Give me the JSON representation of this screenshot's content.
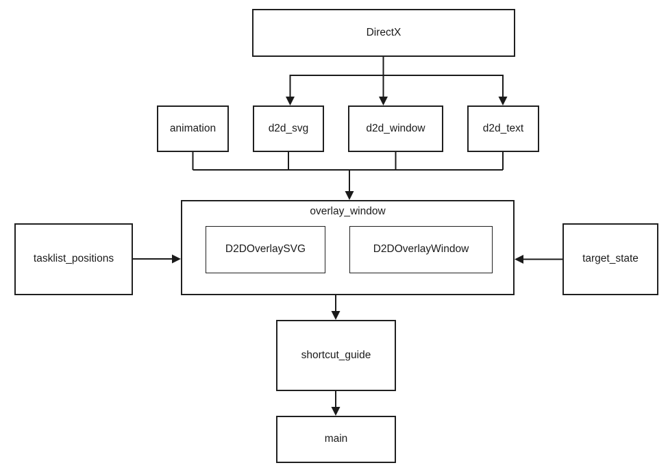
{
  "diagram": {
    "type": "dependency-flowchart",
    "colors": {
      "background": "#ffffff",
      "line": "#1a1a1a",
      "box_border": "#1f1f1f",
      "text": "#1a1a1a"
    },
    "nodes": {
      "directx": {
        "label": "DirectX"
      },
      "animation": {
        "label": "animation"
      },
      "d2d_svg": {
        "label": "d2d_svg"
      },
      "d2d_window": {
        "label": "d2d_window"
      },
      "d2d_text": {
        "label": "d2d_text"
      },
      "overlay_window": {
        "label": "overlay_window"
      },
      "d2d_overlay_svg": {
        "label": "D2DOverlaySVG"
      },
      "d2d_overlay_window": {
        "label": "D2DOverlayWindow"
      },
      "tasklist_positions": {
        "label": "tasklist_positions"
      },
      "target_state": {
        "label": "target_state"
      },
      "shortcut_guide": {
        "label": "shortcut_guide"
      },
      "main": {
        "label": "main"
      }
    },
    "edges": [
      {
        "from": "DirectX",
        "to": "d2d_svg"
      },
      {
        "from": "DirectX",
        "to": "d2d_window"
      },
      {
        "from": "DirectX",
        "to": "d2d_text"
      },
      {
        "from": "animation",
        "to": "overlay_window"
      },
      {
        "from": "d2d_svg",
        "to": "overlay_window"
      },
      {
        "from": "d2d_window",
        "to": "overlay_window"
      },
      {
        "from": "d2d_text",
        "to": "overlay_window"
      },
      {
        "from": "tasklist_positions",
        "to": "overlay_window"
      },
      {
        "from": "target_state",
        "to": "overlay_window"
      },
      {
        "from": "overlay_window",
        "to": "shortcut_guide"
      },
      {
        "from": "shortcut_guide",
        "to": "main"
      }
    ]
  }
}
